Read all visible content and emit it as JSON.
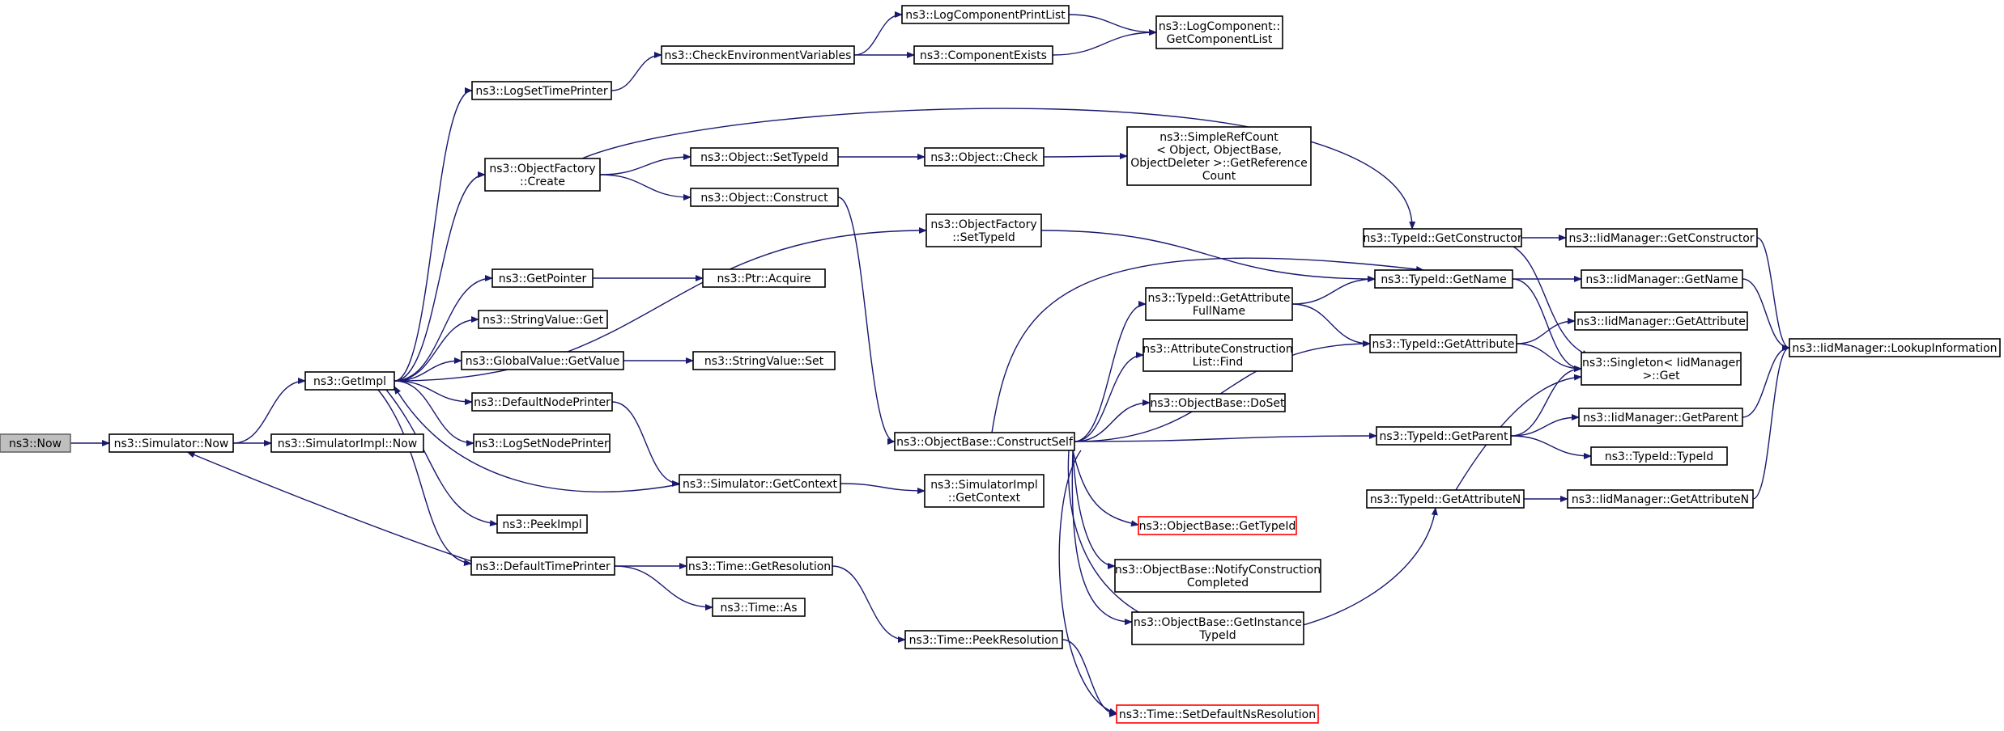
{
  "diagram": {
    "type": "call-graph",
    "colors": {
      "edge": "#191970",
      "root_fill": "#bfbfbf",
      "truncated_border": "#ff0000",
      "node_border": "#000000"
    },
    "nodes": [
      {
        "id": "now",
        "lines": [
          "ns3::Now"
        ],
        "style": "root"
      },
      {
        "id": "simnow",
        "lines": [
          "ns3::Simulator::Now"
        ]
      },
      {
        "id": "simimplnow",
        "lines": [
          "ns3::SimulatorImpl::Now"
        ]
      },
      {
        "id": "getimpl",
        "lines": [
          "ns3::GetImpl"
        ]
      },
      {
        "id": "logsettimeprinter",
        "lines": [
          "ns3::LogSetTimePrinter"
        ]
      },
      {
        "id": "checkenv",
        "lines": [
          "ns3::CheckEnvironmentVariables"
        ]
      },
      {
        "id": "logcompprintlist",
        "lines": [
          "ns3::LogComponentPrintList"
        ]
      },
      {
        "id": "componentexists",
        "lines": [
          "ns3::ComponentExists"
        ]
      },
      {
        "id": "logcompgetlist",
        "lines": [
          "ns3::LogComponent::",
          "GetComponentList"
        ]
      },
      {
        "id": "objfactorycreate",
        "lines": [
          "ns3::ObjectFactory",
          "::Create"
        ]
      },
      {
        "id": "objsettypeid",
        "lines": [
          "ns3::Object::SetTypeId"
        ]
      },
      {
        "id": "objcheck",
        "lines": [
          "ns3::Object::Check"
        ]
      },
      {
        "id": "simplerefcount",
        "lines": [
          "ns3::SimpleRefCount",
          "< Object, ObjectBase,",
          "ObjectDeleter >::GetReference",
          "Count"
        ]
      },
      {
        "id": "objconstruct",
        "lines": [
          "ns3::Object::Construct"
        ]
      },
      {
        "id": "objfactorysettypeid",
        "lines": [
          "ns3::ObjectFactory",
          "::SetTypeId"
        ]
      },
      {
        "id": "getpointer",
        "lines": [
          "ns3::GetPointer"
        ]
      },
      {
        "id": "ptracquire",
        "lines": [
          "ns3::Ptr::Acquire"
        ]
      },
      {
        "id": "stringvalueget",
        "lines": [
          "ns3::StringValue::Get"
        ]
      },
      {
        "id": "globalvaluegetvalue",
        "lines": [
          "ns3::GlobalValue::GetValue"
        ]
      },
      {
        "id": "stringvalueset",
        "lines": [
          "ns3::StringValue::Set"
        ]
      },
      {
        "id": "defaultnodeprinter",
        "lines": [
          "ns3::DefaultNodePrinter"
        ]
      },
      {
        "id": "logsetnodeprinter",
        "lines": [
          "ns3::LogSetNodePrinter"
        ]
      },
      {
        "id": "simgetcontext",
        "lines": [
          "ns3::Simulator::GetContext"
        ]
      },
      {
        "id": "simimplgetcontext",
        "lines": [
          "ns3::SimulatorImpl",
          "::GetContext"
        ]
      },
      {
        "id": "peekimpl",
        "lines": [
          "ns3::PeekImpl"
        ]
      },
      {
        "id": "defaulttimeprinter",
        "lines": [
          "ns3::DefaultTimePrinter"
        ]
      },
      {
        "id": "timegetresolution",
        "lines": [
          "ns3::Time::GetResolution"
        ]
      },
      {
        "id": "timeas",
        "lines": [
          "ns3::Time::As"
        ]
      },
      {
        "id": "timepeekresolution",
        "lines": [
          "ns3::Time::PeekResolution"
        ]
      },
      {
        "id": "timesetdefaultns",
        "lines": [
          "ns3::Time::SetDefaultNsResolution"
        ],
        "style": "truncated"
      },
      {
        "id": "objbaseconstructself",
        "lines": [
          "ns3::ObjectBase::ConstructSelf"
        ]
      },
      {
        "id": "typeidgetattrfullname",
        "lines": [
          "ns3::TypeId::GetAttribute",
          "FullName"
        ]
      },
      {
        "id": "attrconstlistfind",
        "lines": [
          "ns3::AttributeConstruction",
          "List::Find"
        ]
      },
      {
        "id": "objbasedoset",
        "lines": [
          "ns3::ObjectBase::DoSet"
        ]
      },
      {
        "id": "objbasegettypeid",
        "lines": [
          "ns3::ObjectBase::GetTypeId"
        ],
        "style": "truncated"
      },
      {
        "id": "objbasenotify",
        "lines": [
          "ns3::ObjectBase::NotifyConstruction",
          "Completed"
        ]
      },
      {
        "id": "objbasegetinstance",
        "lines": [
          "ns3::ObjectBase::GetInstance",
          "TypeId"
        ]
      },
      {
        "id": "typeidgetconstructor",
        "lines": [
          "ns3::TypeId::GetConstructor"
        ]
      },
      {
        "id": "typeidgetname",
        "lines": [
          "ns3::TypeId::GetName"
        ]
      },
      {
        "id": "typeidgetattribute",
        "lines": [
          "ns3::TypeId::GetAttribute"
        ]
      },
      {
        "id": "typeidgetparent",
        "lines": [
          "ns3::TypeId::GetParent"
        ]
      },
      {
        "id": "typeidgetattributen",
        "lines": [
          "ns3::TypeId::GetAttributeN"
        ]
      },
      {
        "id": "iidgetconstructor",
        "lines": [
          "ns3::IidManager::GetConstructor"
        ]
      },
      {
        "id": "iidgetname",
        "lines": [
          "ns3::IidManager::GetName"
        ]
      },
      {
        "id": "iidgetattribute",
        "lines": [
          "ns3::IidManager::GetAttribute"
        ]
      },
      {
        "id": "singletonget",
        "lines": [
          "ns3::Singleton< IidManager",
          ">::Get"
        ]
      },
      {
        "id": "iidgetparent",
        "lines": [
          "ns3::IidManager::GetParent"
        ]
      },
      {
        "id": "typeidtypeid",
        "lines": [
          "ns3::TypeId::TypeId"
        ]
      },
      {
        "id": "iidgetattributen",
        "lines": [
          "ns3::IidManager::GetAttributeN"
        ]
      },
      {
        "id": "iidlookup",
        "lines": [
          "ns3::IidManager::LookupInformation"
        ]
      }
    ],
    "edges": [
      [
        "now",
        "simnow"
      ],
      [
        "simnow",
        "simimplnow"
      ],
      [
        "simnow",
        "getimpl"
      ],
      [
        "defaulttimeprinter",
        "simnow"
      ],
      [
        "getimpl",
        "logsettimeprinter"
      ],
      [
        "getimpl",
        "objfactorycreate"
      ],
      [
        "getimpl",
        "objfactorysettypeid"
      ],
      [
        "getimpl",
        "getpointer"
      ],
      [
        "getimpl",
        "stringvalueget"
      ],
      [
        "getimpl",
        "globalvaluegetvalue"
      ],
      [
        "getimpl",
        "defaultnodeprinter"
      ],
      [
        "getimpl",
        "logsetnodeprinter"
      ],
      [
        "getimpl",
        "peekimpl"
      ],
      [
        "getimpl",
        "defaulttimeprinter"
      ],
      [
        "simgetcontext",
        "getimpl"
      ],
      [
        "logsettimeprinter",
        "checkenv"
      ],
      [
        "checkenv",
        "logcompprintlist"
      ],
      [
        "checkenv",
        "componentexists"
      ],
      [
        "logcompprintlist",
        "logcompgetlist"
      ],
      [
        "componentexists",
        "logcompgetlist"
      ],
      [
        "objfactorycreate",
        "objsettypeid"
      ],
      [
        "objfactorycreate",
        "objconstruct"
      ],
      [
        "objfactorycreate",
        "typeidgetconstructor"
      ],
      [
        "objsettypeid",
        "objcheck"
      ],
      [
        "objcheck",
        "simplerefcount"
      ],
      [
        "objconstruct",
        "objbaseconstructself"
      ],
      [
        "objfactorysettypeid",
        "typeidgetname"
      ],
      [
        "getpointer",
        "ptracquire"
      ],
      [
        "globalvaluegetvalue",
        "stringvalueset"
      ],
      [
        "defaultnodeprinter",
        "simgetcontext"
      ],
      [
        "simgetcontext",
        "simimplgetcontext"
      ],
      [
        "defaulttimeprinter",
        "timegetresolution"
      ],
      [
        "defaulttimeprinter",
        "timeas"
      ],
      [
        "timegetresolution",
        "timepeekresolution"
      ],
      [
        "timepeekresolution",
        "timesetdefaultns"
      ],
      [
        "objbaseconstructself",
        "typeidgetname"
      ],
      [
        "objbaseconstructself",
        "typeidgetattrfullname"
      ],
      [
        "objbaseconstructself",
        "attrconstlistfind"
      ],
      [
        "objbaseconstructself",
        "objbasedoset"
      ],
      [
        "objbaseconstructself",
        "typeidgetattribute"
      ],
      [
        "objbaseconstructself",
        "typeidgetparent"
      ],
      [
        "objbaseconstructself",
        "objbasegettypeid"
      ],
      [
        "objbaseconstructself",
        "objbasenotify"
      ],
      [
        "objbaseconstructself",
        "objbasegetinstance"
      ],
      [
        "objbaseconstructself",
        "timesetdefaultns"
      ],
      [
        "objbaseconstructself",
        "typeidgetattributen"
      ],
      [
        "typeidgetattrfullname",
        "typeidgetname"
      ],
      [
        "typeidgetattrfullname",
        "typeidgetattribute"
      ],
      [
        "typeidgetconstructor",
        "iidgetconstructor"
      ],
      [
        "typeidgetconstructor",
        "singletonget"
      ],
      [
        "typeidgetname",
        "iidgetname"
      ],
      [
        "typeidgetname",
        "singletonget"
      ],
      [
        "typeidgetattribute",
        "iidgetattribute"
      ],
      [
        "typeidgetattribute",
        "singletonget"
      ],
      [
        "typeidgetparent",
        "singletonget"
      ],
      [
        "typeidgetparent",
        "iidgetparent"
      ],
      [
        "typeidgetparent",
        "typeidtypeid"
      ],
      [
        "typeidgetattributen",
        "singletonget"
      ],
      [
        "typeidgetattributen",
        "iidgetattributen"
      ],
      [
        "iidgetconstructor",
        "iidlookup"
      ],
      [
        "iidgetname",
        "iidlookup"
      ],
      [
        "iidgetparent",
        "iidlookup"
      ],
      [
        "iidgetattributen",
        "iidlookup"
      ]
    ]
  }
}
